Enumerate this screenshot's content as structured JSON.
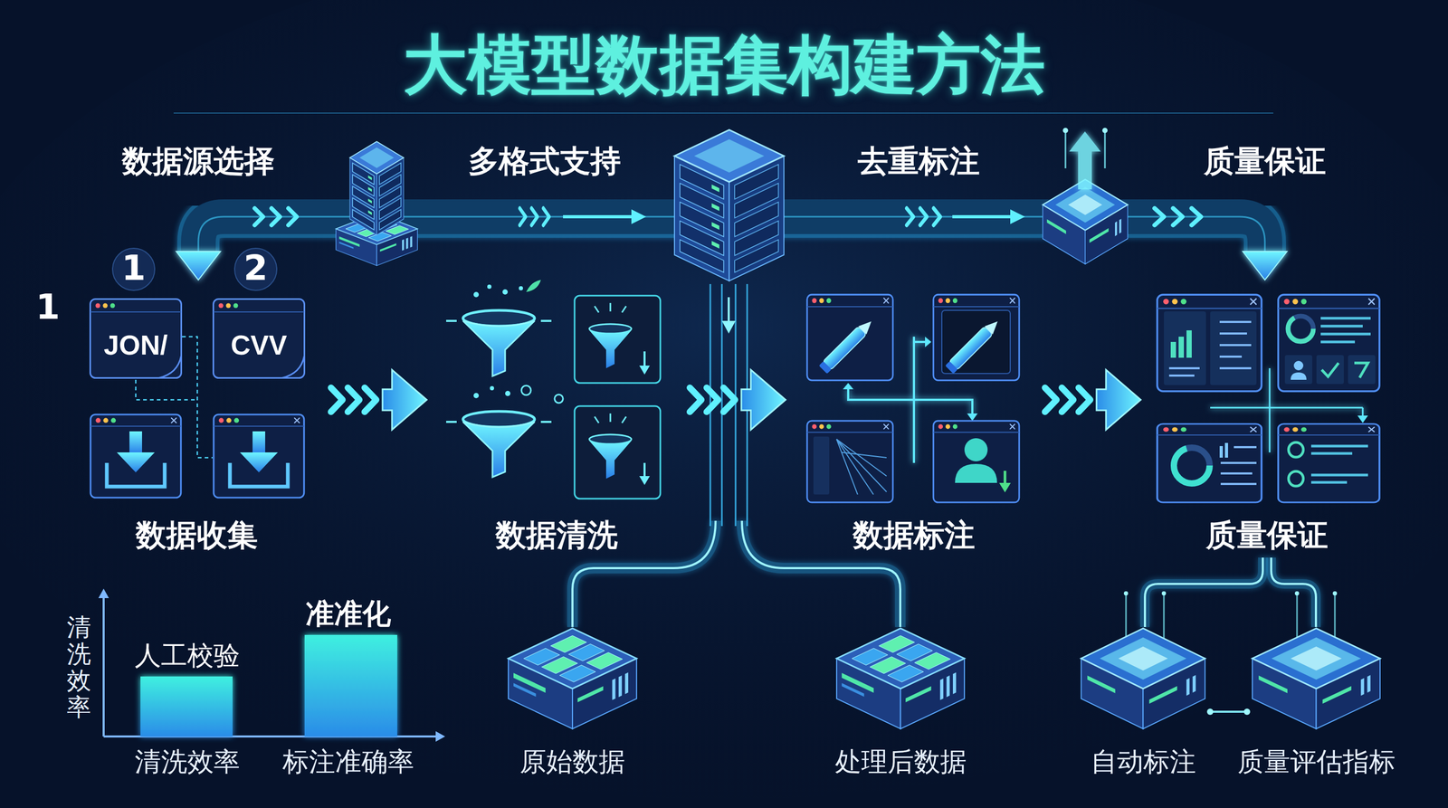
{
  "diagram": {
    "title": "大模型数据集构建方法",
    "nodes": [
      {
        "text": [
          "JON/"
        ]
      },
      {
        "text": [
          "CVV"
        ]
      },
      {
        "text": [
          "原始数据"
        ]
      },
      {
        "text": [
          "处理后数据"
        ]
      },
      {
        "text": [
          "自动标注"
        ]
      },
      {
        "text": [
          "质量评估指标"
        ]
      }
    ],
    "edges": [
      {
        "from": 4,
        "to": 5,
        "arrow": "none"
      }
    ],
    "labels": [
      "数据源选择",
      "多格式支持",
      "去重标注",
      "质量保证",
      "1",
      "2",
      "1",
      "数据收集",
      "数据清洗",
      "数据标注",
      "质量保证",
      "清洗效率",
      "人工校验",
      "准准化",
      "清洗效率",
      "标注准确率"
    ]
  }
}
